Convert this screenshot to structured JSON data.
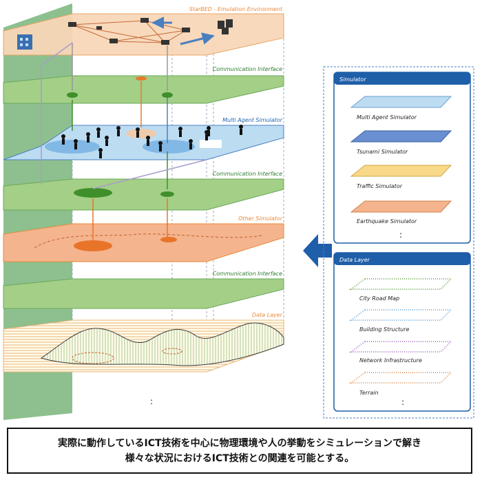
{
  "layers": {
    "starbed": "StarBED - Emulation Environment",
    "comm1": "Communication Interface",
    "multi_agent": "Multi Agent Simulator",
    "comm2": "Communication Interface",
    "other": "Other Simulator",
    "comm3": "Communication Interface",
    "data": "Data Layer",
    "continuation": ":"
  },
  "simulator_panel": {
    "title": "Simulator",
    "items": [
      "Multi Agent Simulator",
      "Tsunami Simulator",
      "Traffic Simulator",
      "Earthquake Simulator"
    ],
    "more": ":"
  },
  "data_panel": {
    "title": "Data Layer",
    "items": [
      "City Road Map",
      "Building Structure",
      "Network Infrastructure",
      "Terrain"
    ],
    "more": ":"
  },
  "caption": {
    "line1": "実際に動作しているICT技術を中心に物理環境や人の挙動をシミュレーションで解き",
    "line2": "様々な状況におけるICT技術との関連を可能とする。"
  },
  "colors": {
    "starbed_fill": "#f8d7b8",
    "comm_fill": "#a3cf87",
    "agent_fill": "#bcdcf2",
    "other_fill": "#f4b48d",
    "data_fill": "#fff7e6",
    "label_orange": "#e8893a",
    "label_green": "#2f7a2f",
    "label_blue": "#1e63b0",
    "panel_header": "#1f5ea8",
    "wall_green": "#8dc08e"
  }
}
